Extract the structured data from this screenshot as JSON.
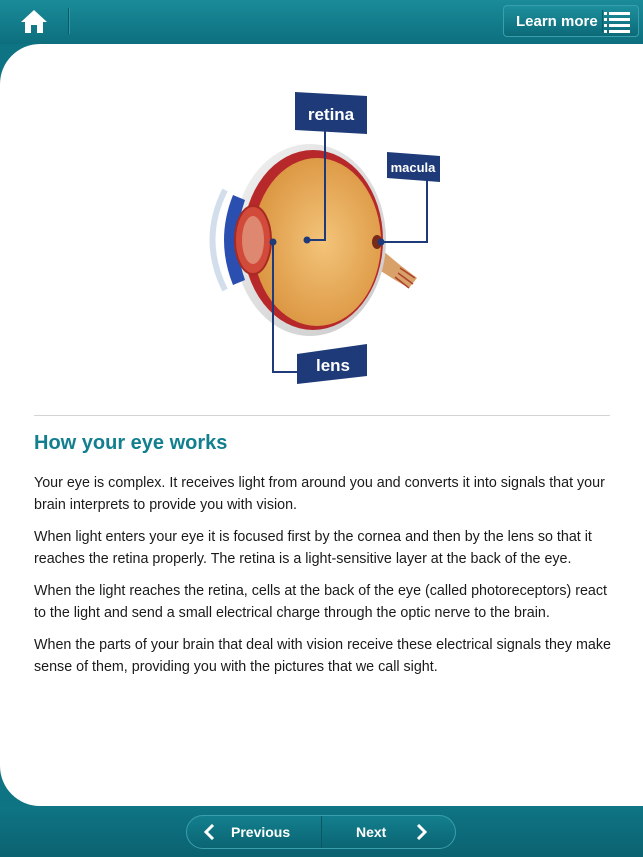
{
  "header": {
    "home_icon": "home-icon",
    "learn_more_label": "Learn more",
    "list_icon": "list-icon"
  },
  "figure": {
    "labels": {
      "retina": "retina",
      "macula": "macula",
      "lens": "lens"
    }
  },
  "article": {
    "title": "How your eye works",
    "paragraphs": [
      "Your eye is complex. It receives light from around you and converts it into signals that your brain interprets to provide you with vision.",
      "When light enters your eye it is focused first by the cornea and then by the lens so that it reaches the retina properly. The retina is a light-sensitive layer at the back of the eye.",
      "When the light reaches the retina, cells at the back of the eye (called photoreceptors) react to the light and send a small electrical charge through the optic nerve to the brain.",
      "When the parts of your brain that deal with vision receive these electrical signals they make sense of them, providing you with the pictures that we call sight."
    ]
  },
  "footer": {
    "previous_label": "Previous",
    "next_label": "Next"
  },
  "colors": {
    "brand_teal": "#0e7483",
    "heading_teal": "#127f8f",
    "label_navy": "#1e3a78"
  }
}
